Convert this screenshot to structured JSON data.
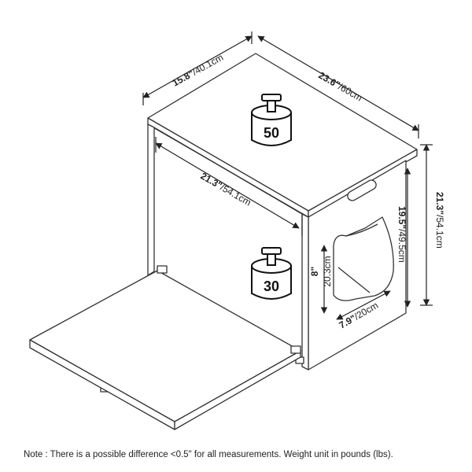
{
  "dimensions": {
    "depth": {
      "in": "15.8\"",
      "cm": "/40.1cm"
    },
    "width": {
      "in": "23.6\"",
      "cm": "/60cm"
    },
    "inner_width": {
      "in": "21.3\"",
      "cm": "/54.1cm"
    },
    "height": {
      "in": "21.3\"",
      "cm": "/54.1cm"
    },
    "inner_height": {
      "in": "19.5\"",
      "cm": "/49.5cm"
    },
    "opening_height": {
      "in": "8\"",
      "cm": "20.3cm"
    },
    "opening_width": {
      "in": "7.9\"",
      "cm": "/20cm"
    }
  },
  "weights": {
    "top": "50",
    "shelf": "30"
  },
  "note": "Note : There is a possible difference <0.5\" for all measurements. Weight unit in pounds (lbs)."
}
